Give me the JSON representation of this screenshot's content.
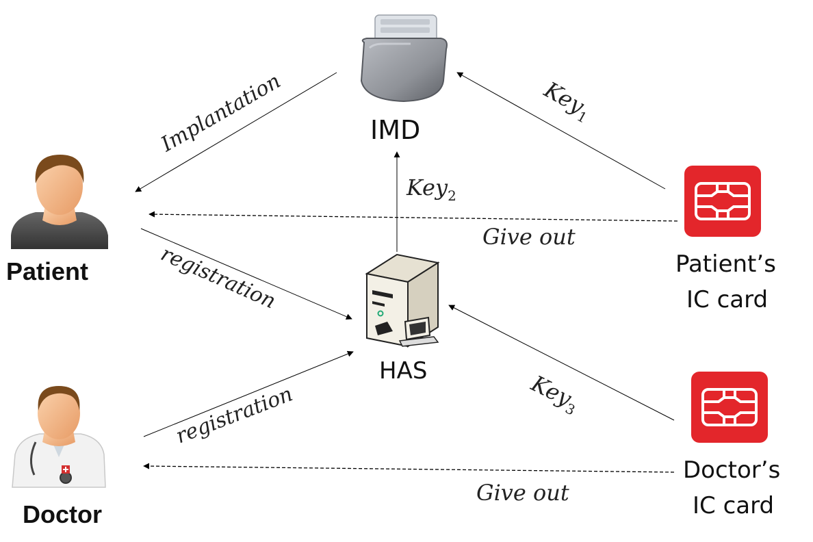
{
  "nodes": {
    "imd": {
      "label": "IMD"
    },
    "patient": {
      "label": "Patient"
    },
    "doctor": {
      "label": "Doctor"
    },
    "has": {
      "label": "HAS"
    },
    "patient_card": {
      "line1": "Patient’s",
      "line2": "IC card"
    },
    "doctor_card": {
      "line1": "Doctor’s",
      "line2": "IC card"
    }
  },
  "edges": {
    "implantation": {
      "text": "Implantation"
    },
    "key1": {
      "base": "Key",
      "sub": "1"
    },
    "key2": {
      "base": "Key",
      "sub": "2"
    },
    "key3": {
      "base": "Key",
      "sub": "3"
    },
    "give_out_patient": {
      "text": "Give out"
    },
    "give_out_doctor": {
      "text": "Give out"
    },
    "registration_patient": {
      "text": "registration"
    },
    "registration_doctor": {
      "text": "registration"
    }
  },
  "colors": {
    "card_red": "#e3262b",
    "card_chip": "#ffffff",
    "skin": "#f5b98a",
    "hair": "#7a4a1c",
    "patient_shirt": "#4a4a4a",
    "doctor_coat": "#f2f2f2",
    "imd_body": "#8f9298",
    "server_body": "#f3f0e6"
  }
}
